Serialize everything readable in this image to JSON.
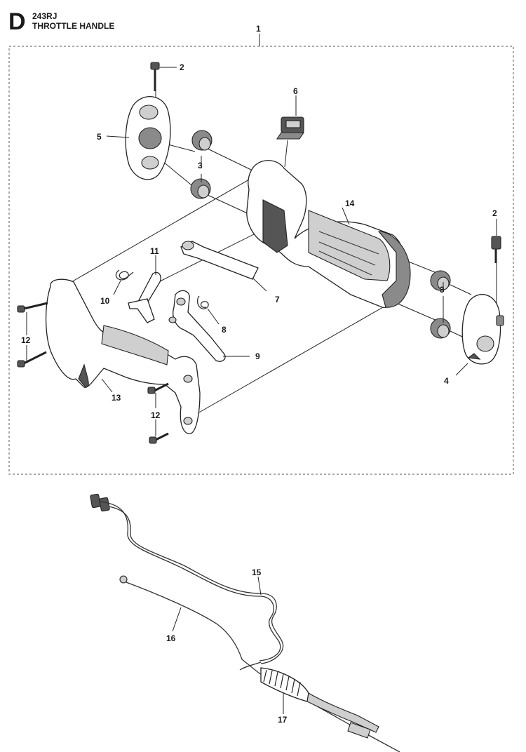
{
  "header": {
    "section_letter": "D",
    "model": "243RJ",
    "title": "THROTTLE HANDLE"
  },
  "callouts": [
    {
      "id": "c1",
      "label": "1"
    },
    {
      "id": "c2a",
      "label": "2"
    },
    {
      "id": "c2b",
      "label": "2"
    },
    {
      "id": "c3a",
      "label": "3"
    },
    {
      "id": "c3b",
      "label": "3"
    },
    {
      "id": "c4",
      "label": "4"
    },
    {
      "id": "c5",
      "label": "5"
    },
    {
      "id": "c6",
      "label": "6"
    },
    {
      "id": "c7",
      "label": "7"
    },
    {
      "id": "c8",
      "label": "8"
    },
    {
      "id": "c9",
      "label": "9"
    },
    {
      "id": "c10",
      "label": "10"
    },
    {
      "id": "c11",
      "label": "11"
    },
    {
      "id": "c12a",
      "label": "12"
    },
    {
      "id": "c12b",
      "label": "12"
    },
    {
      "id": "c13",
      "label": "13"
    },
    {
      "id": "c14",
      "label": "14"
    },
    {
      "id": "c15",
      "label": "15"
    },
    {
      "id": "c16",
      "label": "16"
    },
    {
      "id": "c17",
      "label": "17"
    }
  ]
}
